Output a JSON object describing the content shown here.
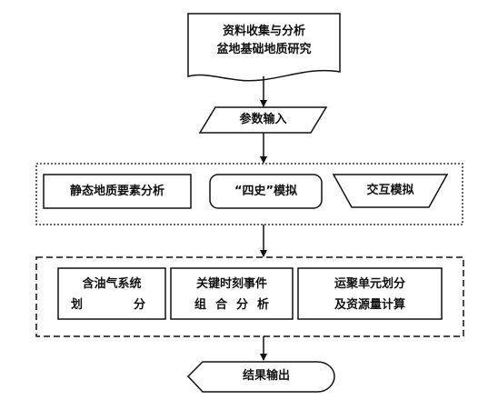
{
  "nodes": {
    "data_collection": {
      "line1": "资料收集与分析",
      "line2": "盆地基础地质研究"
    },
    "parameter_input": "参数输入",
    "static_analysis": "静态地质要素分析",
    "four_history": "“四史”模拟",
    "interactive_sim": "交互模拟",
    "petroleum_system": {
      "line1": "含油气系统",
      "line2": [
        "划",
        "分"
      ]
    },
    "key_moment": {
      "line1": "关键时刻事件",
      "line2": [
        "组",
        "合",
        "分",
        "析"
      ]
    },
    "migration_unit": {
      "line1": "运聚单元划分",
      "line2": "及资源量计算"
    },
    "result_output": "结果输出"
  }
}
